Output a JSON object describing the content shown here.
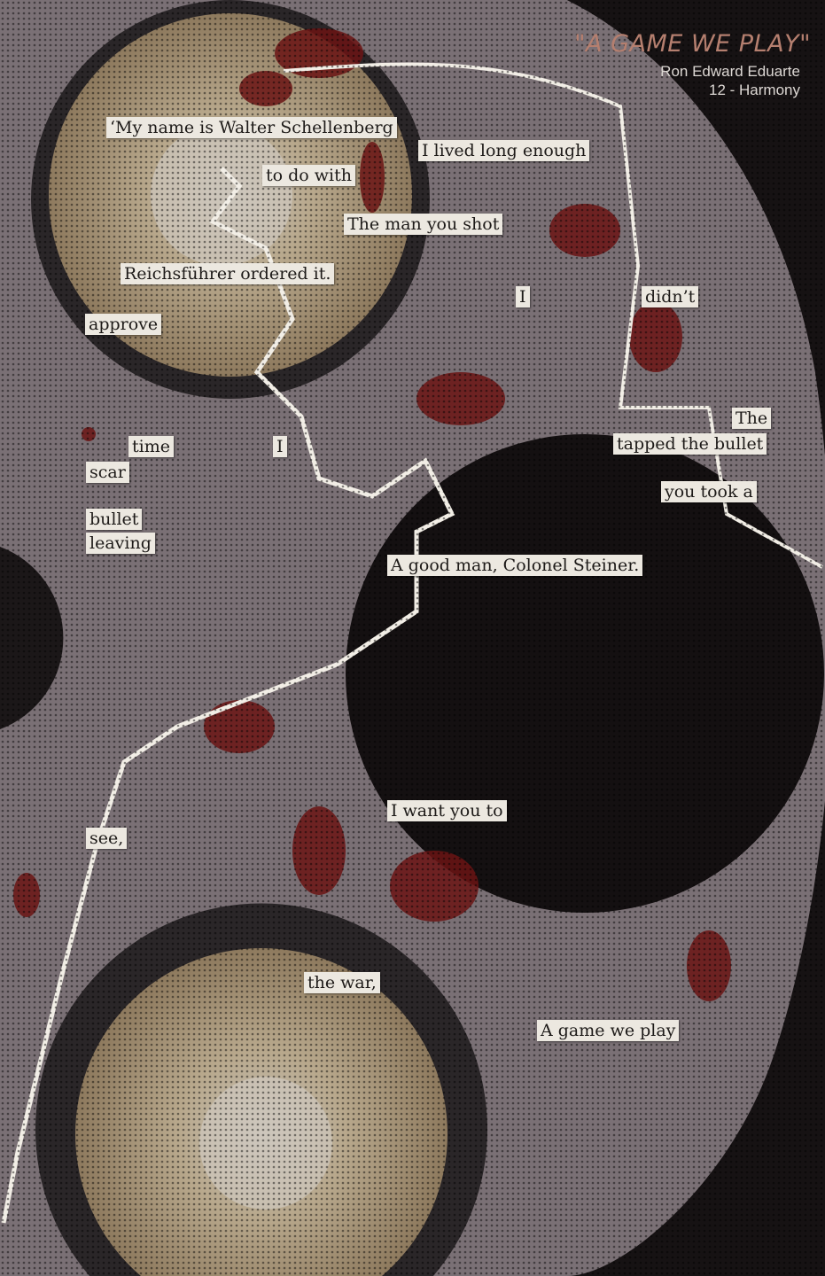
{
  "header": {
    "title": "\"A GAME WE PLAY\"",
    "author": "Ron Edward Eduarte",
    "section": "12 - Harmony"
  },
  "clippings": [
    "‘My name is Walter Schellenberg",
    "I lived long enough",
    "to do with",
    "The man you shot",
    "Reichsführer ordered it.",
    "approve",
    "I",
    "didn’t",
    "time",
    "I",
    "The",
    "tapped the bullet",
    "scar",
    "you took a",
    "bullet",
    "leaving",
    "A good man, Colonel Steiner.",
    "I want you to",
    "see,",
    "the war,",
    "A game we play"
  ],
  "colors": {
    "background": "#161213",
    "metal": "#7a7075",
    "paper": "#ece8e0",
    "title": "#b57f6f",
    "blood": "#6b1414",
    "cylinder": "#b8a88c"
  }
}
